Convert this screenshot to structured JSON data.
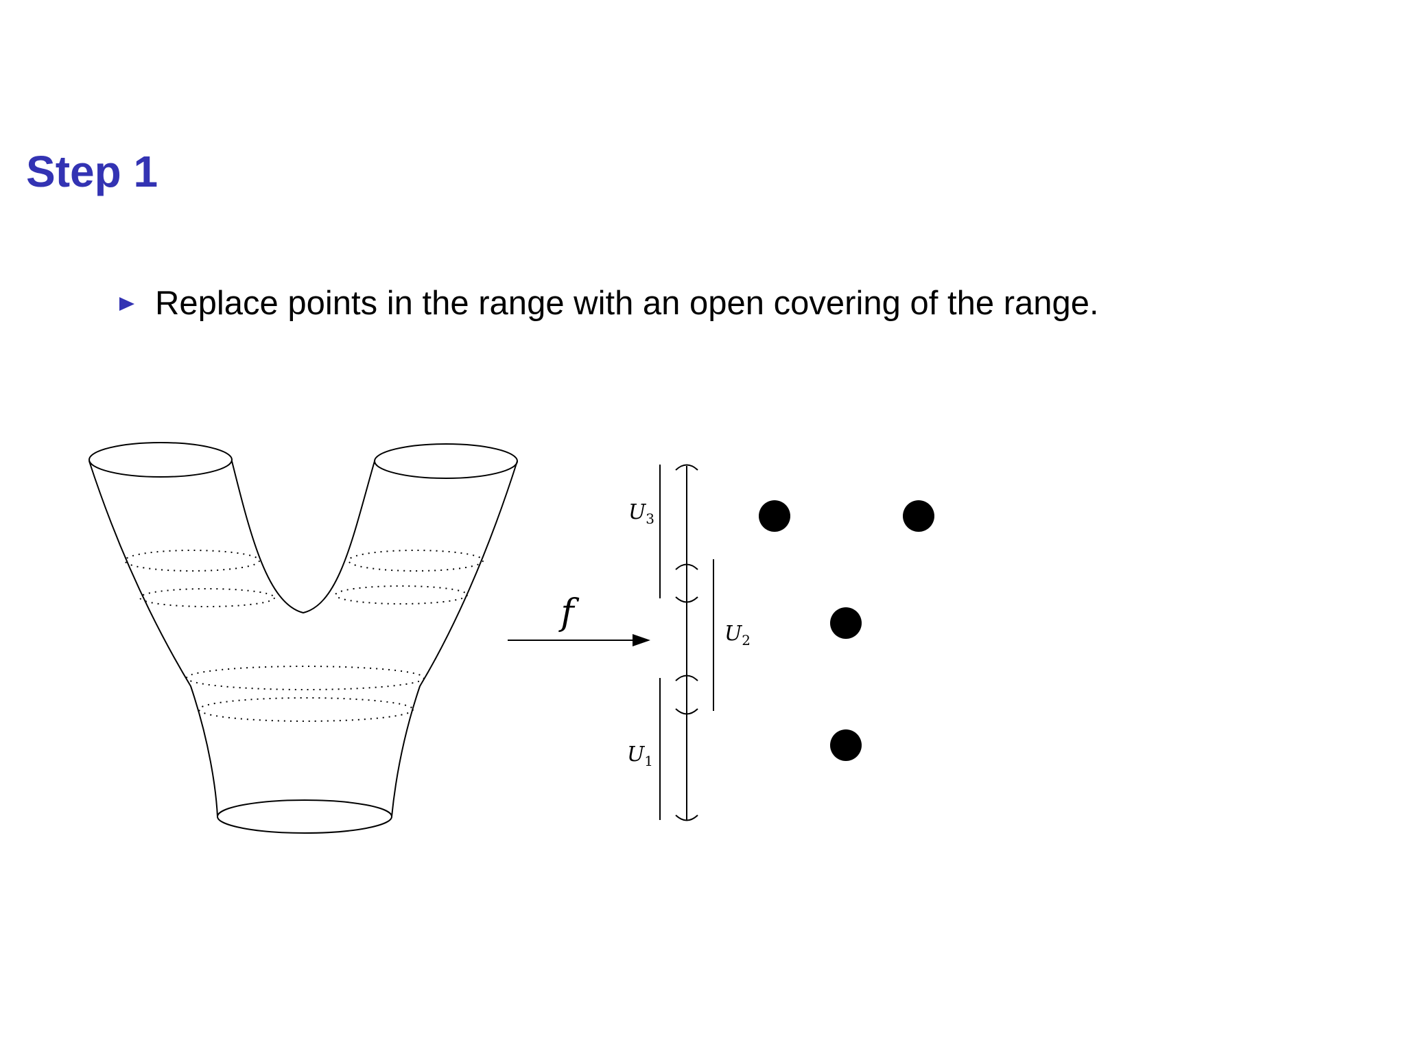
{
  "slide": {
    "title": "Step 1",
    "bullet": "Replace points in the range with an open covering of the range."
  },
  "diagram": {
    "map_label": "f",
    "open_sets": [
      {
        "name": "U",
        "index": "1"
      },
      {
        "name": "U",
        "index": "2"
      },
      {
        "name": "U",
        "index": "3"
      }
    ],
    "nerve_vertex_count": 4
  },
  "colors": {
    "title": "#3333b3",
    "bullet_marker": "#3333b3",
    "text": "#000000",
    "drawing": "#000000",
    "background": "#ffffff"
  }
}
